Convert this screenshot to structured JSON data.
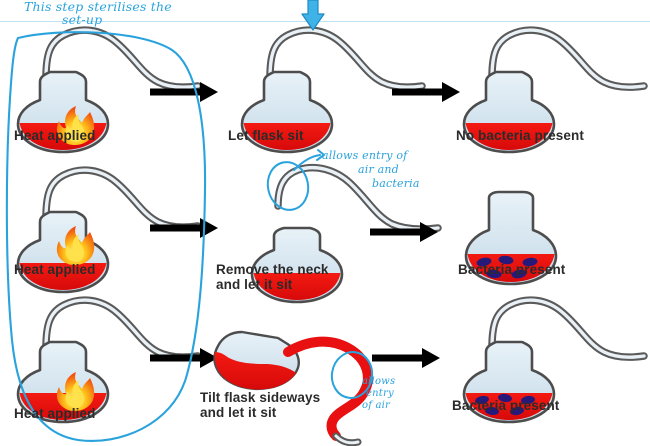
{
  "diagram": {
    "title": "Pasteur swan-neck flask experiment",
    "rule_color": "#bfe2f2",
    "annotation_color": "#2aa3dd",
    "label_color": "#2b2b2b",
    "liquid_color": "#ef1111",
    "glass_color": "#d4e4ee",
    "glass_outline": "#5a5a5a",
    "bacteria_color": "#26197a",
    "arrow_color": "#000000",
    "flame_colors": {
      "outer": "#f04a0e",
      "mid": "#ff8c12",
      "inner": "#ffe14a"
    }
  },
  "annotations": [
    {
      "id": "sterilise-note",
      "line1": "This step sterilises the",
      "line2": "set-up"
    },
    {
      "id": "air-bacteria-note",
      "line1": "allows entry of",
      "line2": "air and",
      "line3": "bacteria"
    },
    {
      "id": "air-note",
      "line1": "allows",
      "line2": "entry",
      "line3": "of air"
    }
  ],
  "rows": [
    {
      "id": "row-1",
      "steps": [
        {
          "id": "r1-step1",
          "label": "Heat applied",
          "flask": "swan-neck-heated"
        },
        {
          "id": "r1-step2",
          "label": "Let flask sit",
          "flask": "swan-neck"
        },
        {
          "id": "r1-step3",
          "label": "No bacteria present",
          "flask": "swan-neck"
        }
      ]
    },
    {
      "id": "row-2",
      "steps": [
        {
          "id": "r2-step1",
          "label": "Heat applied",
          "flask": "swan-neck-heated"
        },
        {
          "id": "r2-step2",
          "label": "Remove the neck\nand let it sit",
          "flask": "broken-neck"
        },
        {
          "id": "r2-step3",
          "label": "Bacteria present",
          "flask": "open-bacteria"
        }
      ]
    },
    {
      "id": "row-3",
      "steps": [
        {
          "id": "r3-step1",
          "label": "Heat applied",
          "flask": "swan-neck-heated"
        },
        {
          "id": "r3-step2",
          "label": "Tilt flask sideways\nand let it sit",
          "flask": "tilted-liquid-in-neck"
        },
        {
          "id": "r3-step3",
          "label": "Bacteria present",
          "flask": "swan-neck-bacteria"
        }
      ]
    }
  ]
}
